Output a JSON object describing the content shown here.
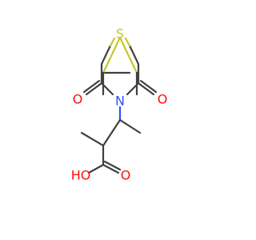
{
  "molecule": {
    "atoms": {
      "sulfur": "S",
      "nitrogen": "N",
      "oxygen_left": "O",
      "oxygen_right": "O",
      "oxygen_carbonyl": "O",
      "hydroxyl": "HO"
    },
    "colors": {
      "bond": "#404040",
      "sulfur": "#c6c62c",
      "nitrogen": "#3050f8",
      "oxygen": "#ff0d0d"
    }
  }
}
